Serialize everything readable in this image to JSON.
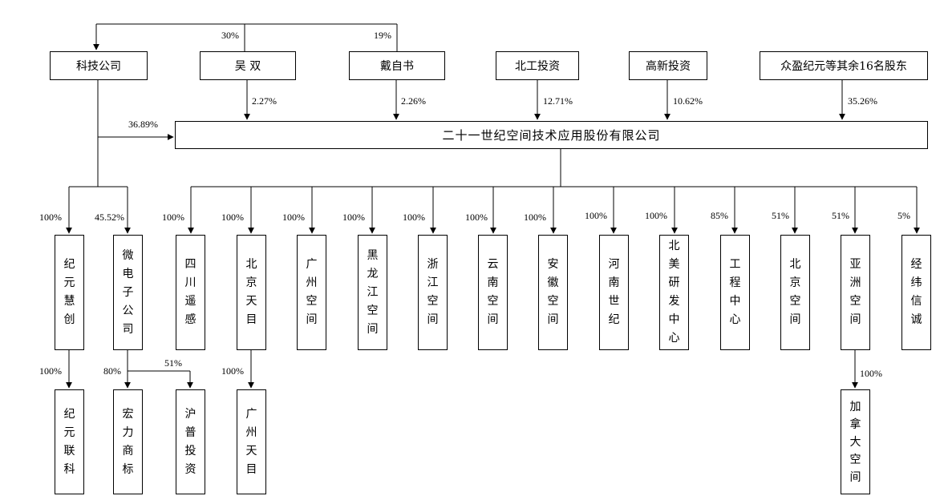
{
  "shareholders": {
    "tech": "科技公司",
    "wu": "吴 双",
    "dai": "戴自书",
    "beigong": "北工投资",
    "gaoxin": "高新投资",
    "others": "众盈纪元等其余16名股东"
  },
  "company": "二十一世纪空间技术应用股份有限公司",
  "subsidiaries": [
    {
      "key": "jiyuanhuichuang",
      "name": "纪元慧创"
    },
    {
      "key": "weidianzi",
      "name": "微电子公司"
    },
    {
      "key": "sichuan",
      "name": "四川遥感"
    },
    {
      "key": "beijingtianmu",
      "name": "北京天目"
    },
    {
      "key": "guangzhou",
      "name": "广州空间"
    },
    {
      "key": "heilongjiang",
      "name": "黑龙江空间"
    },
    {
      "key": "zhejiang",
      "name": "浙江空间"
    },
    {
      "key": "yunnan",
      "name": "云南空间"
    },
    {
      "key": "anhui",
      "name": "安徽空间"
    },
    {
      "key": "henan",
      "name": "河南世纪"
    },
    {
      "key": "beimei",
      "name": "北美研发中心"
    },
    {
      "key": "gongcheng",
      "name": "工程中心"
    },
    {
      "key": "beijingkongjian",
      "name": "北京空间"
    },
    {
      "key": "yazhou",
      "name": "亚洲空间"
    },
    {
      "key": "jingwei",
      "name": "经纬信诚"
    }
  ],
  "grandchildren": [
    {
      "key": "jiyuanlianke",
      "name": "纪元联科"
    },
    {
      "key": "hongli",
      "name": "宏力商标"
    },
    {
      "key": "hupu",
      "name": "沪普投资"
    },
    {
      "key": "guangzhoutianmu",
      "name": "广州天目"
    },
    {
      "key": "jianada",
      "name": "加拿大空间"
    }
  ],
  "percentages": {
    "tech_to_wu": "30%",
    "tech_to_dai": "19%",
    "wu": "2.27%",
    "dai": "2.26%",
    "beigong": "12.71%",
    "gaoxin": "10.62%",
    "others": "35.26%",
    "tech": "36.89%",
    "tech_to_jiyuanhuichuang": "100%",
    "tech_to_weidianzi": "45.52%",
    "sichuan": "100%",
    "beijingtianmu": "100%",
    "guangzhou": "100%",
    "heilongjiang": "100%",
    "zhejiang": "100%",
    "yunnan": "100%",
    "anhui": "100%",
    "henan": "100%",
    "beimei": "100%",
    "gongcheng": "85%",
    "beijingkongjian": "51%",
    "yazhou": "51%",
    "jingwei": "5%",
    "jiyuanlianke": "100%",
    "hongli": "80%",
    "hupu": "51%",
    "guangzhoutianmu": "100%",
    "jianada": "100%"
  }
}
